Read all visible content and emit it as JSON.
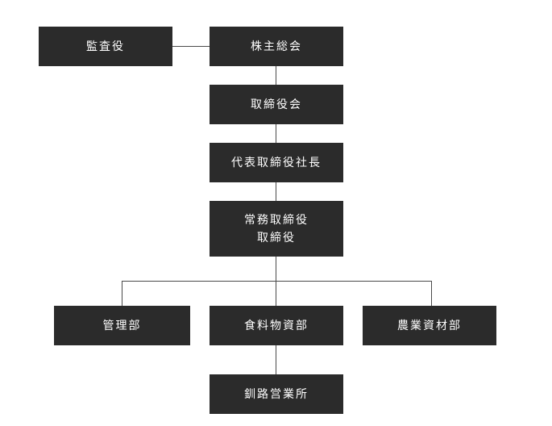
{
  "org_chart": {
    "audit": "監査役",
    "shareholders": "株主総会",
    "board": "取締役会",
    "president": "代表取締役社長",
    "managing": "常務取締役\n取締役",
    "departments": {
      "admin": "管理部",
      "food": "食料物資部",
      "agri": "農業資材部"
    },
    "branch": "釧路営業所"
  }
}
